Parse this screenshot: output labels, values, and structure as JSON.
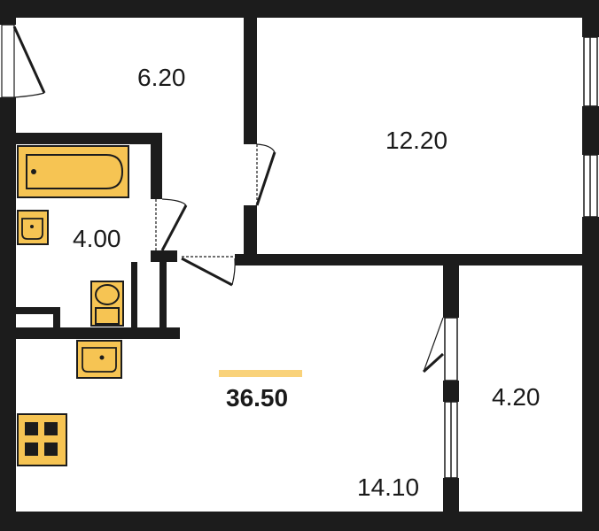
{
  "plan": {
    "wall_color": "#1c1c1c",
    "fixture_color": "#f6c453",
    "accent_color": "#f9d27a",
    "total_area": "36.50",
    "rooms": [
      {
        "id": "hall",
        "area": "6.20"
      },
      {
        "id": "room",
        "area": "12.20"
      },
      {
        "id": "bathroom",
        "area": "4.00"
      },
      {
        "id": "kitchen-living",
        "area": "14.10"
      },
      {
        "id": "loggia",
        "area": "4.20"
      }
    ],
    "icons": [
      "bathtub-icon",
      "sink-icon",
      "toilet-icon",
      "kitchen-sink-icon",
      "stove-icon",
      "door-icon",
      "window-icon"
    ]
  }
}
